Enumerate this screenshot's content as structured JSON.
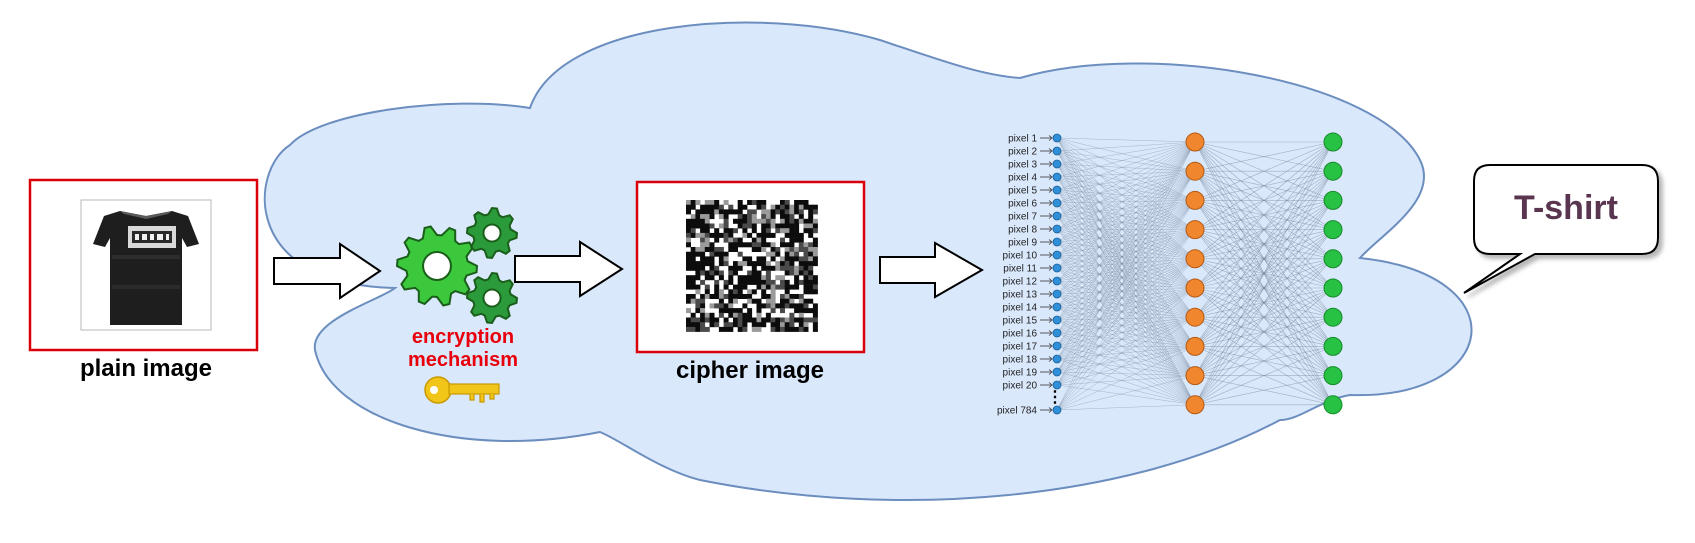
{
  "labels": {
    "plain_image": "plain image",
    "encryption_line1": "encryption",
    "encryption_line2": "mechanism",
    "cipher_image": "cipher image",
    "prediction": "T-shirt"
  },
  "network": {
    "input_labels": [
      "pixel 1",
      "pixel 2",
      "pixel 3",
      "pixel 4",
      "pixel 5",
      "pixel 6",
      "pixel 7",
      "pixel 8",
      "pixel 9",
      "pixel 10",
      "pixel 11",
      "pixel 12",
      "pixel 13",
      "pixel 14",
      "pixel 15",
      "pixel 16",
      "pixel 17",
      "pixel 18",
      "pixel 19",
      "pixel 20",
      "pixel 784"
    ],
    "input_ellipsis": "⋮",
    "hidden_nodes": 10,
    "output_nodes": 10
  },
  "colors": {
    "cloud_fill": "#dae8fc",
    "cloud_stroke": "#6c8ebf",
    "frame": "#d9000a",
    "encryption_text": "#e8000b",
    "gear_light": "#3cc83c",
    "gear_dark": "#2a9a3a",
    "key": "#f2c519",
    "input_node": "#2f8fd8",
    "hidden_node": "#f0862e",
    "output_node": "#27c243",
    "prediction_text": "#5a3550"
  },
  "icons": [
    "tshirt-icon",
    "gear-icon",
    "key-icon",
    "arrow-icon",
    "speech-bubble-icon"
  ]
}
